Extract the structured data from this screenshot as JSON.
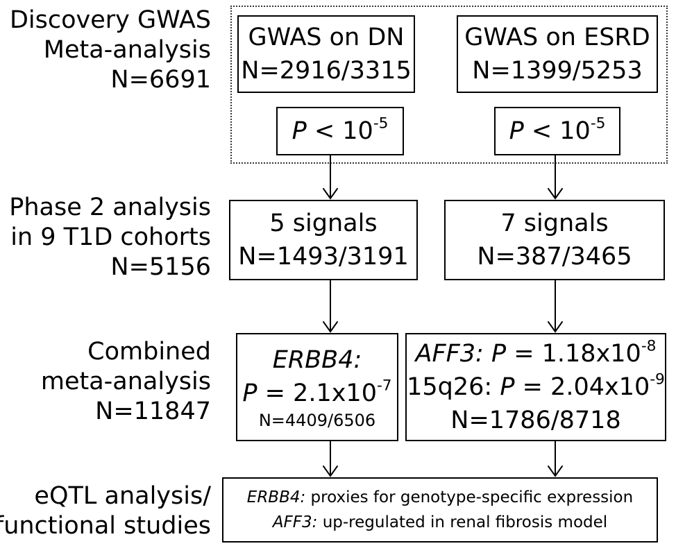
{
  "stages": [
    {
      "label": [
        "Discovery GWAS",
        "Meta-analysis",
        "N=6691"
      ]
    },
    {
      "label": [
        "Phase 2 analysis",
        "in 9 T1D cohorts",
        "N=5156"
      ]
    },
    {
      "label": [
        "Combined",
        "meta-analysis",
        "N=11847"
      ]
    },
    {
      "label": [
        "eQTL analysis/",
        "functional studies"
      ]
    }
  ],
  "discovery": {
    "dn": {
      "title": "GWAS on DN",
      "n": "N=2916/3315"
    },
    "esrd": {
      "title": "GWAS on ESRD",
      "n": "N=1399/5253"
    },
    "threshold": {
      "p": "P",
      "op": "< 10",
      "exp": "-5"
    }
  },
  "phase2": {
    "dn": {
      "signals": "5 signals",
      "n": "N=1493/3191"
    },
    "esrd": {
      "signals": "7 signals",
      "n": "N=387/3465"
    }
  },
  "combined": {
    "dn": {
      "gene": "ERBB4:",
      "p": "P",
      "value": " = 2.1x10",
      "exp": "-7",
      "n": "N=4409/6506"
    },
    "esrd": {
      "aff3_gene": "AFF3:",
      "aff3_p": "P",
      "aff3_value": " = 1.18x10",
      "aff3_exp": "-8",
      "loc_name": "15q26: ",
      "loc_p": "P",
      "loc_value": " = 2.04x10",
      "loc_exp": "-9",
      "n": "N=1786/8718"
    }
  },
  "functional": {
    "line1_gene": "ERBB4:",
    "line1_text": " proxies for genotype-specific expression",
    "line2_gene": "AFF3:",
    "line2_text": " up-regulated in renal fibrosis model"
  }
}
